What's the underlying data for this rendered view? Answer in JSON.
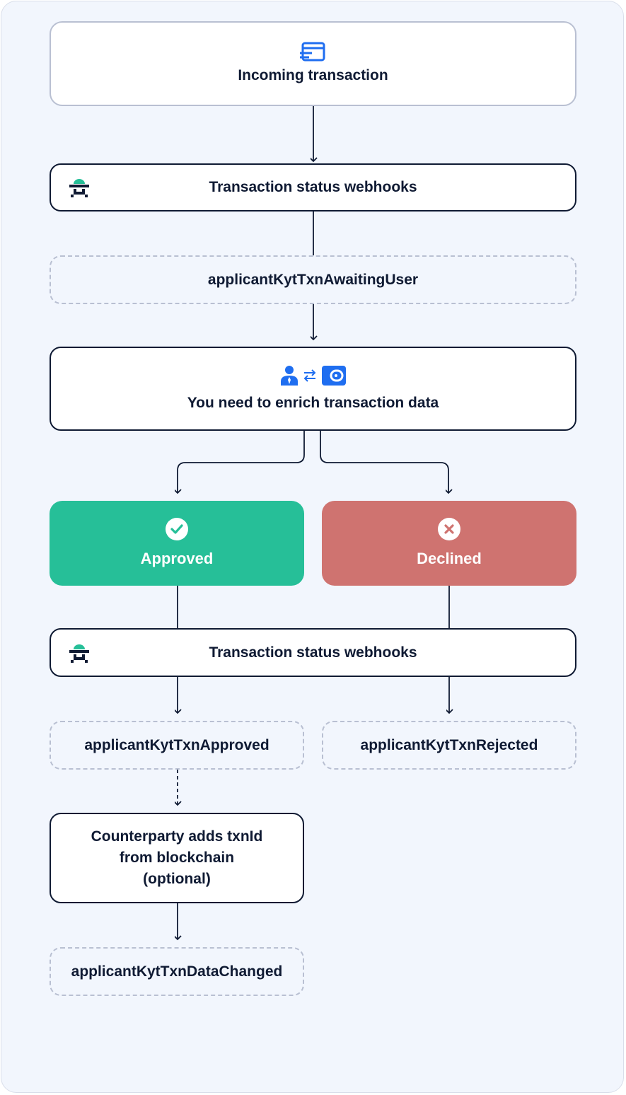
{
  "colors": {
    "ink": "#0f1a33",
    "accent_blue": "#1f6ef0",
    "approved": "#26bf98",
    "declined": "#cf7370",
    "background": "#f2f6fd",
    "border_soft": "#b9c0d2"
  },
  "nodes": {
    "incoming": {
      "label": "Incoming transaction",
      "icon": "transaction-list-icon"
    },
    "webhooks_1": {
      "label": "Transaction status webhooks",
      "icon": "sumsub-logo-icon"
    },
    "awaiting_user": {
      "label": "applicantKytTxnAwaitingUser"
    },
    "enrich": {
      "label": "You need to enrich transaction data",
      "icons": [
        "user-icon",
        "swap-arrows-icon",
        "wallet-icon"
      ]
    },
    "approved": {
      "label": "Approved",
      "icon": "check-circle-icon"
    },
    "declined": {
      "label": "Declined",
      "icon": "x-circle-icon"
    },
    "webhooks_2": {
      "label": "Transaction status webhooks",
      "icon": "sumsub-logo-icon"
    },
    "txn_approved": {
      "label": "applicantKytTxnApproved"
    },
    "txn_rejected": {
      "label": "applicantKytTxnRejected"
    },
    "counterparty": {
      "lines": [
        "Counterparty adds txnId",
        "from blockchain",
        "(optional)"
      ]
    },
    "data_changed": {
      "label": "applicantKytTxnDataChanged"
    }
  }
}
